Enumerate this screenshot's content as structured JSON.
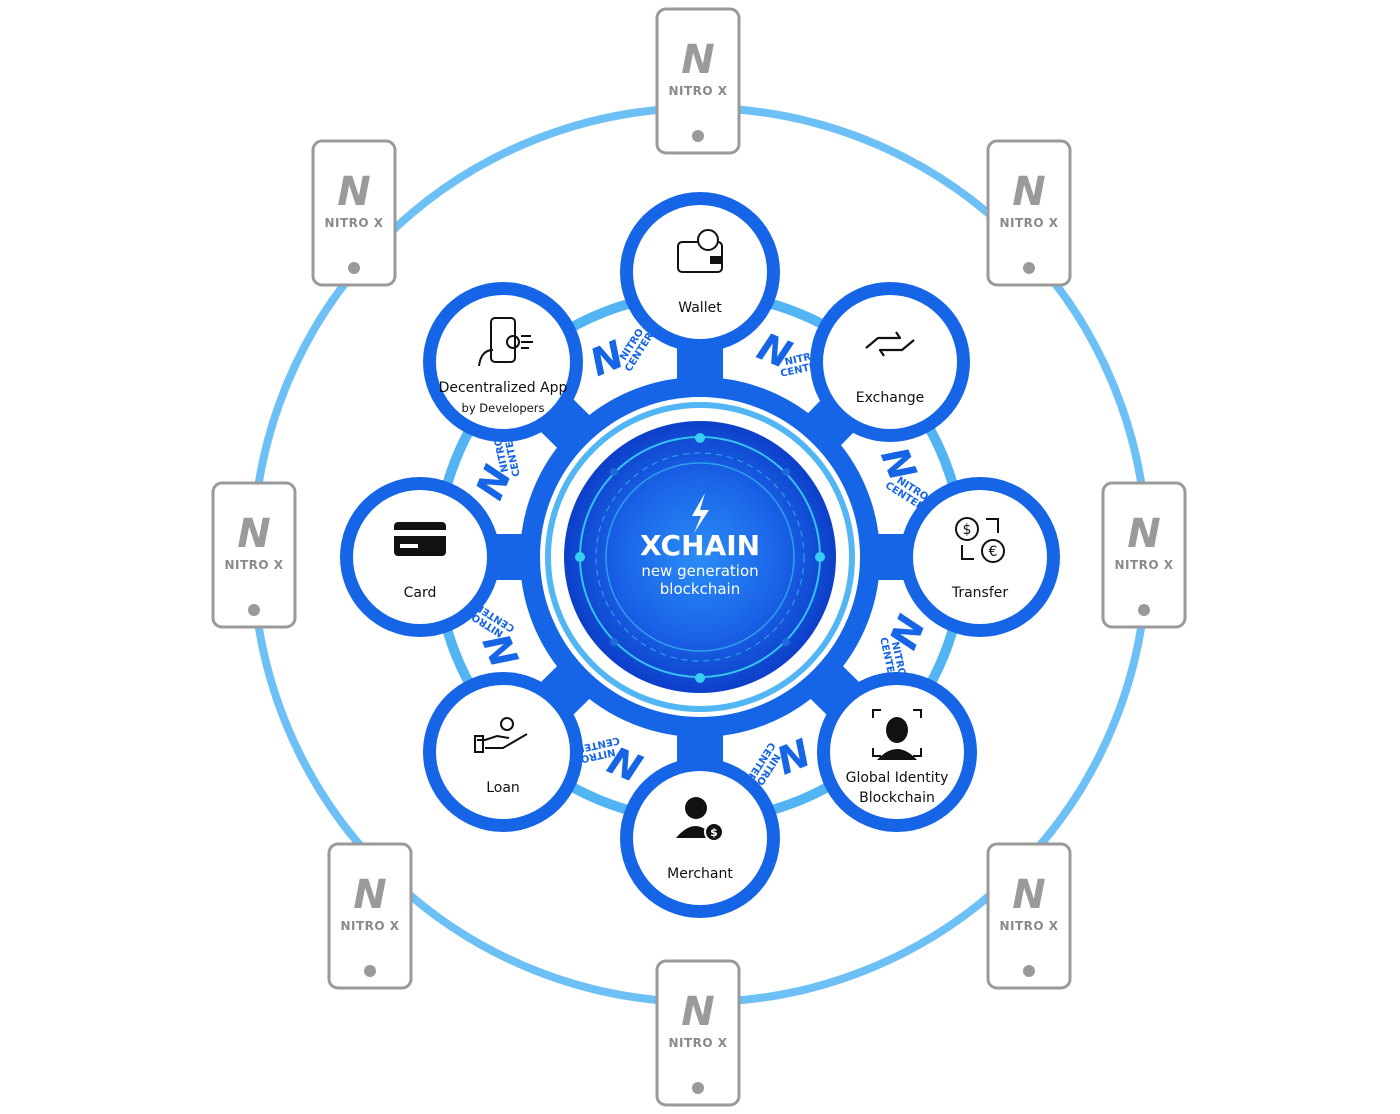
{
  "hub": {
    "title": "XCHAIN",
    "subtitle_line1": "new generation",
    "subtitle_line2": "blockchain"
  },
  "services": [
    {
      "id": "wallet",
      "label": "Wallet",
      "icon": "wallet-icon"
    },
    {
      "id": "exchange",
      "label": "Exchange",
      "icon": "exchange-arrows-icon"
    },
    {
      "id": "transfer",
      "label": "Transfer",
      "icon": "currency-transfer-icon"
    },
    {
      "id": "global-identity",
      "label": "Global Identity",
      "label2": "Blockchain",
      "icon": "face-scan-icon"
    },
    {
      "id": "merchant",
      "label": "Merchant",
      "icon": "merchant-user-icon"
    },
    {
      "id": "loan",
      "label": "Loan",
      "icon": "hand-coin-icon"
    },
    {
      "id": "card",
      "label": "Card",
      "icon": "credit-card-icon"
    },
    {
      "id": "dapp",
      "label": "Decentralized App",
      "label2": "by Developers",
      "icon": "mobile-app-icon"
    }
  ],
  "nitro_center": {
    "mark": "N",
    "line1": "NITRO",
    "line2": "CENTER"
  },
  "devices": {
    "mark": "N",
    "label": "NITRO X",
    "count": 8
  },
  "colors": {
    "primary_blue": "#1565e6",
    "light_blue_ring": "#6cc0f5",
    "hub_glow": "#38d0f2",
    "device_gray": "#9a9a9a"
  }
}
